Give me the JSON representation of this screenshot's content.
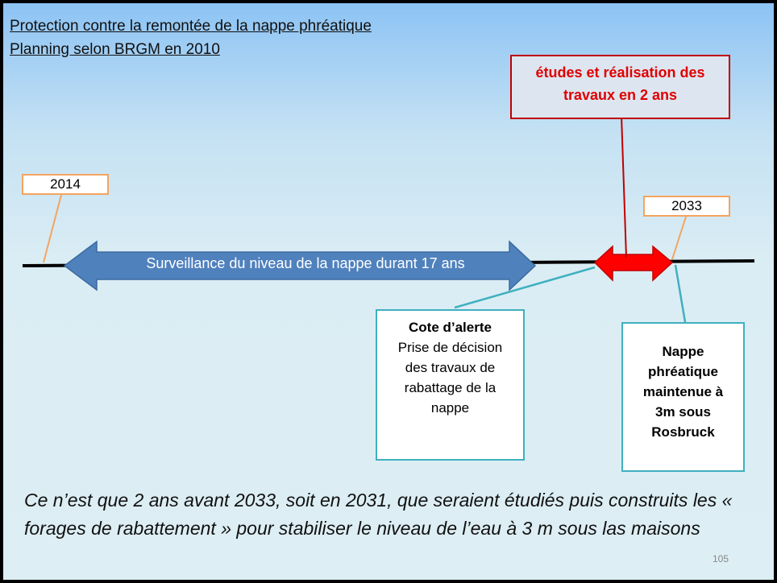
{
  "title_line1": "Protection contre la remontée de la nappe phréatique",
  "title_line2": "Planning selon BRGM en 2010",
  "red_box": "études et réalisation des travaux  en 2 ans",
  "year_start": "2014",
  "year_end": "2033",
  "surveillance_label": "Surveillance du niveau de la nappe durant  17 ans",
  "cote_title": "Cote d’alerte",
  "cote_text": "Prise de décision des travaux de rabattage de la nappe",
  "nappe_text": "Nappe phréatique maintenue à 3m sous Rosbruck",
  "conclusion": "Ce n’est que 2 ans avant 2033, soit en 2031, que seraient étudiés puis construits les « forages de rabattement » pour stabiliser le niveau de l’eau à 3 m sous las maisons",
  "page_number": "105",
  "colors": {
    "blue_arrow": "#4f81bd",
    "red_arrow": "#ff0000",
    "teal": "#3fb0c0",
    "orange": "#f4a460"
  }
}
